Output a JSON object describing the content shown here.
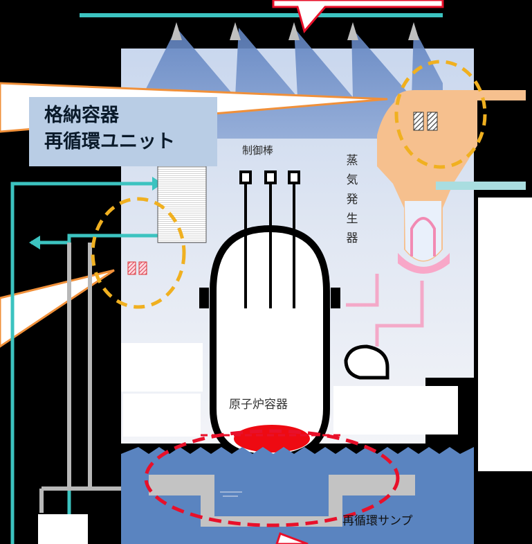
{
  "callout": {
    "line1": "格納容器",
    "line2": "再循環ユニット"
  },
  "labels": {
    "control_rods": "制御棒",
    "steam_generator": "蒸気発生器",
    "reactor_vessel": "原子炉容器",
    "recirculation_sump": "再循環サンプ"
  },
  "colors": {
    "background": "#000000",
    "containment_fill": "#dfe6f2",
    "spray_blue": "#6f8fc8",
    "water": "#5a84c0",
    "pipe_teal": "#3cc3c0",
    "callout_box": "#b9cde5",
    "highlight_orange": "#f0b020",
    "highlight_red": "#e8102a",
    "steam_generator": "#f6c08e",
    "hot_pink": "#f4a9c8"
  }
}
